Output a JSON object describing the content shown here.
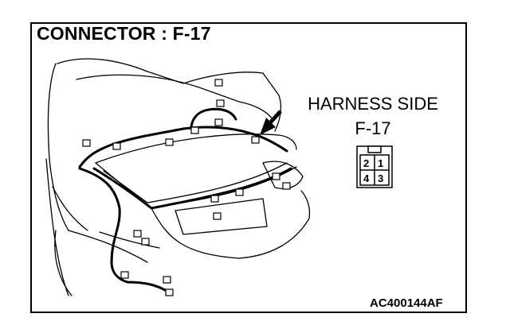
{
  "title": "CONNECTOR : F-17",
  "harness_label": "HARNESS SIDE",
  "connector_label": "F-17",
  "connector_pins": [
    "2",
    "1",
    "4",
    "3"
  ],
  "figure_code": "AC400144AF",
  "colors": {
    "line": "#000000",
    "background": "#ffffff"
  }
}
